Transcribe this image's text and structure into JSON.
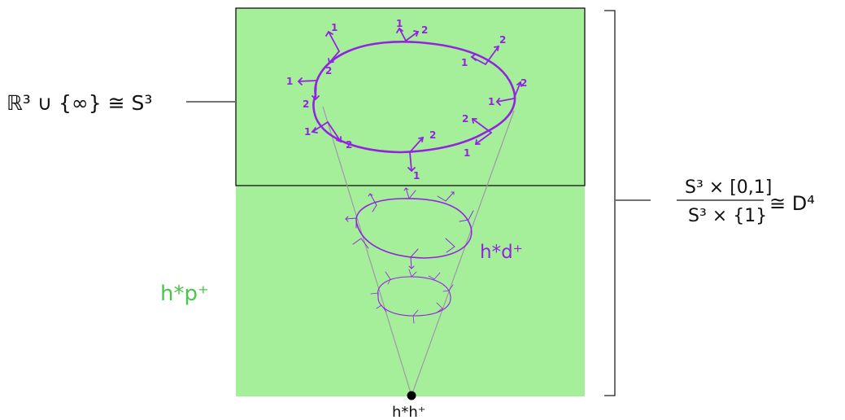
{
  "labels": {
    "top_left_formula": "ℝ³ ∪ {∞} ≅ S³",
    "right_formula_numerator": "S³ × [0,1]",
    "right_formula_denominator": "S³ × {1}",
    "right_formula_result": "≅ D⁴",
    "green_label": "h*p⁺",
    "purple_label": "h*d⁺",
    "apex_label": "h*h⁺"
  },
  "arrow_labels": {
    "one": "1",
    "two": "2"
  },
  "colors": {
    "green_fill": "#a6ef9a",
    "purple": "#9323e0",
    "green_text": "#48c847",
    "black": "#000000",
    "cone_line": "#9b8fa6"
  }
}
